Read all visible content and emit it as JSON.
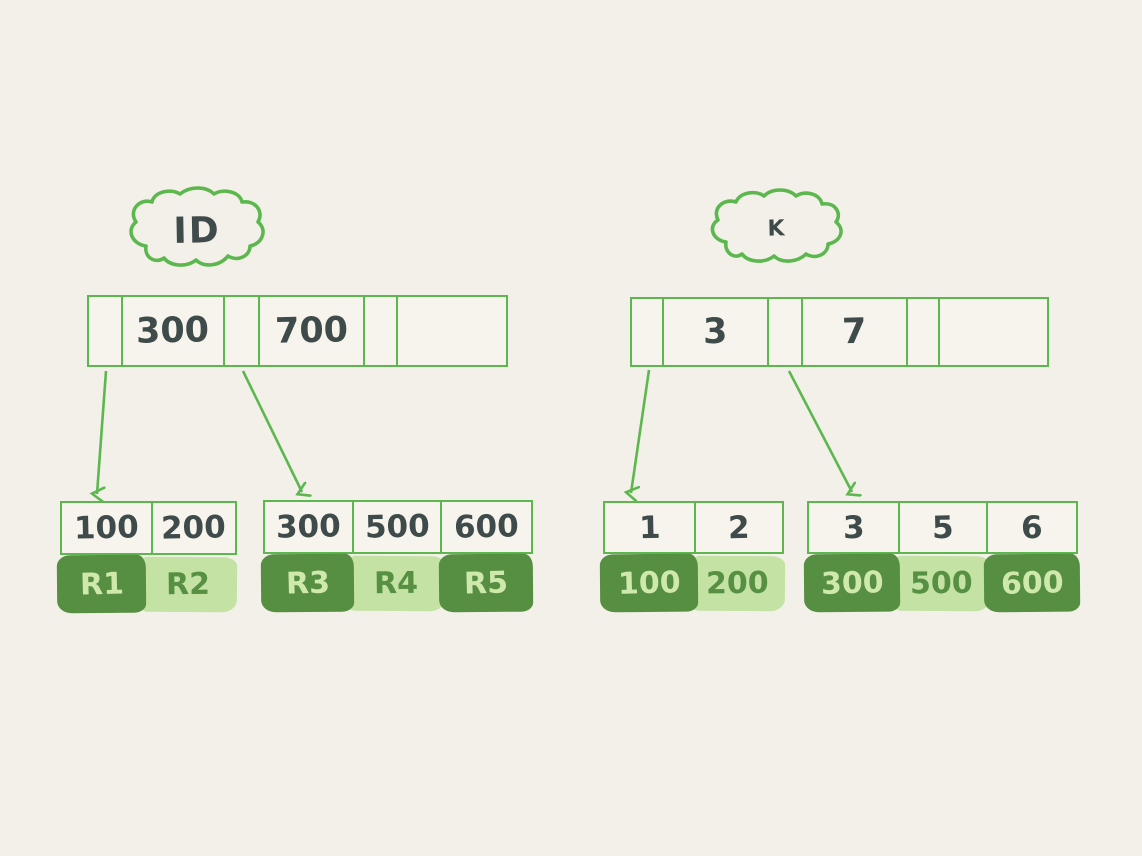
{
  "palette": {
    "background": "#f2f0e8",
    "outline_green": "#5cb84e",
    "record_dark_green": "#568e42",
    "record_light_green": "#c3e2a4",
    "text_charcoal": "#3f4b4a",
    "text_on_dark": "#cfe9ad",
    "text_on_light": "#579042"
  },
  "left_tree": {
    "cloud_label": "ID",
    "root_keys": [
      "300",
      "700"
    ],
    "leaf1": {
      "keys": [
        "100",
        "200"
      ],
      "records": [
        "R1",
        "R2"
      ]
    },
    "leaf2": {
      "keys": [
        "300",
        "500",
        "600"
      ],
      "records": [
        "R3",
        "R4",
        "R5"
      ]
    }
  },
  "right_tree": {
    "cloud_label": "K",
    "root_keys": [
      "3",
      "7"
    ],
    "leaf1": {
      "keys": [
        "1",
        "2"
      ],
      "records": [
        "100",
        "200"
      ]
    },
    "leaf2": {
      "keys": [
        "3",
        "5",
        "6"
      ],
      "records": [
        "300",
        "500",
        "600"
      ]
    }
  }
}
